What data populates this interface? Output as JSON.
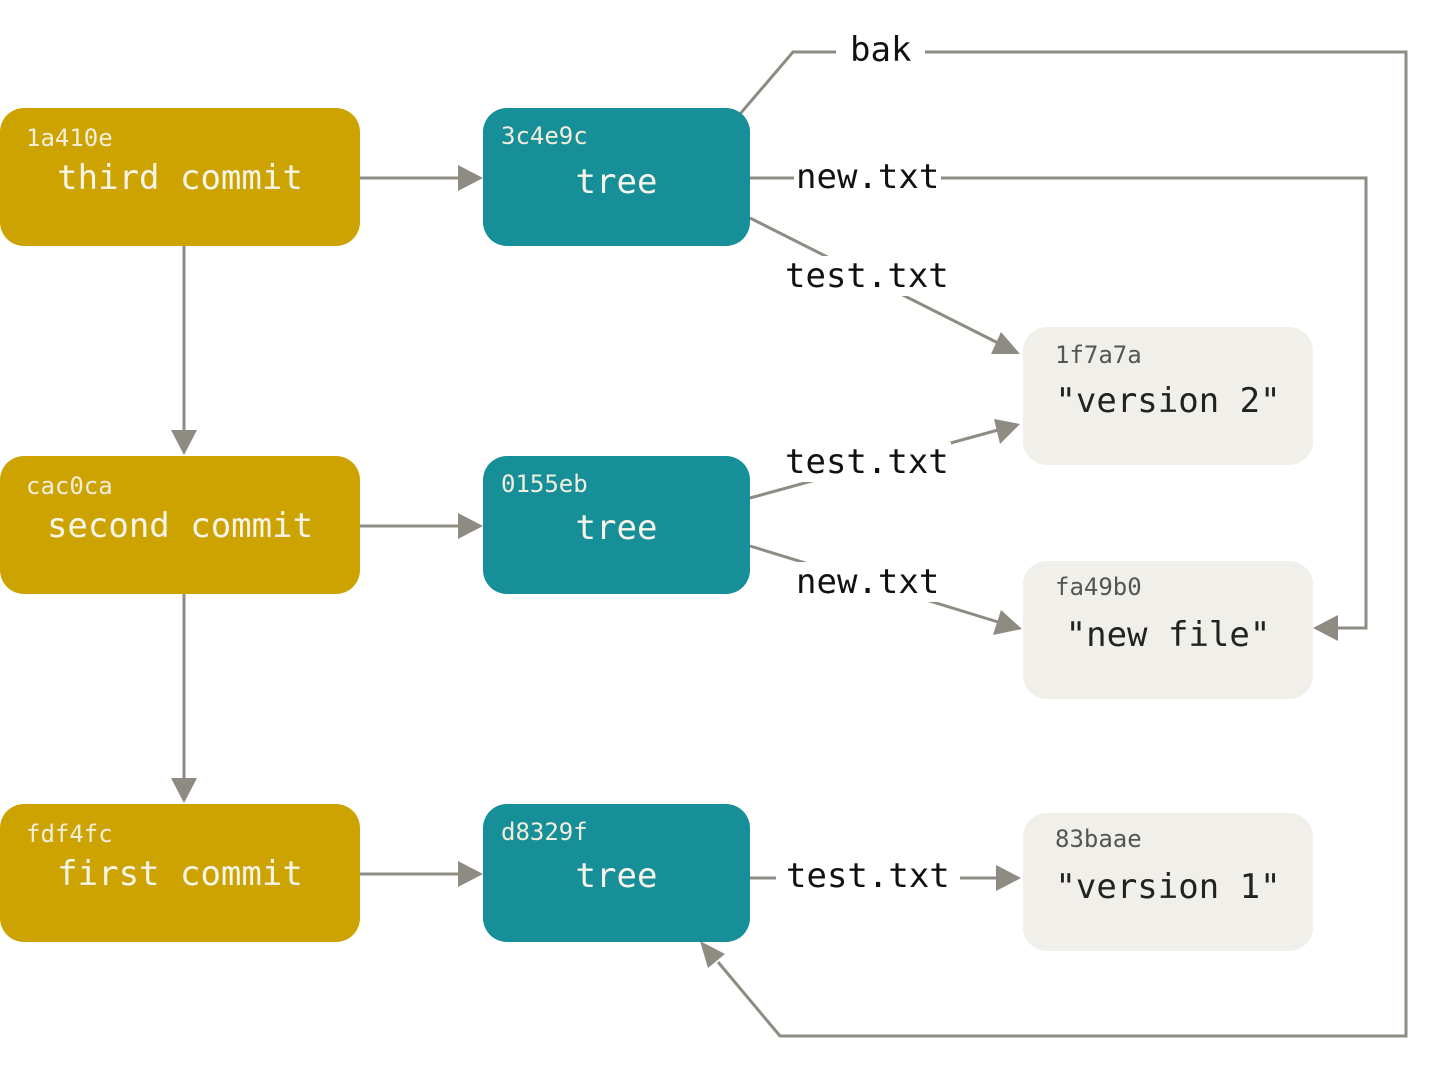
{
  "commits": [
    {
      "hash": "1a410e",
      "message": "third commit"
    },
    {
      "hash": "cac0ca",
      "message": "second commit"
    },
    {
      "hash": "fdf4fc",
      "message": "first commit"
    }
  ],
  "trees": [
    {
      "hash": "3c4e9c",
      "label": "tree"
    },
    {
      "hash": "0155eb",
      "label": "tree"
    },
    {
      "hash": "d8329f",
      "label": "tree"
    }
  ],
  "blobs": [
    {
      "hash": "1f7a7a",
      "content": "\"version 2\""
    },
    {
      "hash": "fa49b0",
      "content": "\"new file\""
    },
    {
      "hash": "83baae",
      "content": "\"version 1\""
    }
  ],
  "edge_labels": {
    "bak": "bak",
    "tree3_new": "new.txt",
    "tree3_test": "test.txt",
    "tree2_test": "test.txt",
    "tree2_new": "new.txt",
    "tree1_test": "test.txt"
  },
  "colors": {
    "commit": "#cca300",
    "tree": "#168f98",
    "blob": "#f0efea",
    "edge": "#8e8b83"
  }
}
